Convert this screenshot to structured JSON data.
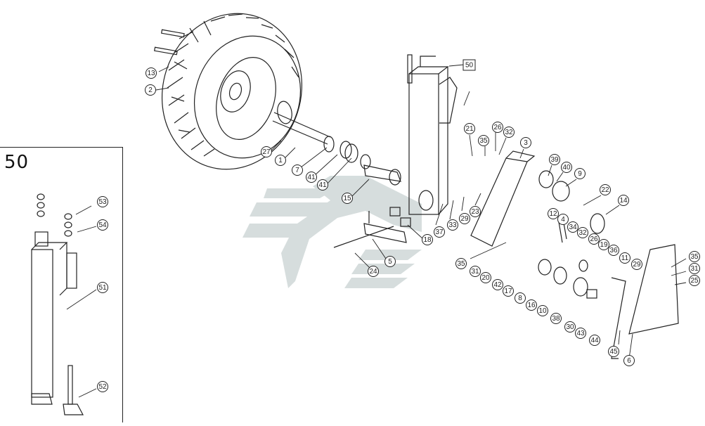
{
  "inset": {
    "label": "50"
  },
  "assembly_callout": "50",
  "callouts": [
    {
      "id": "c13",
      "label": "13"
    },
    {
      "id": "c2",
      "label": "2"
    },
    {
      "id": "c27",
      "label": "27"
    },
    {
      "id": "c1",
      "label": "1"
    },
    {
      "id": "c7",
      "label": "7"
    },
    {
      "id": "c41a",
      "label": "41"
    },
    {
      "id": "c41b",
      "label": "41"
    },
    {
      "id": "c15",
      "label": "15"
    },
    {
      "id": "c18",
      "label": "18"
    },
    {
      "id": "c5",
      "label": "5"
    },
    {
      "id": "c24",
      "label": "24"
    },
    {
      "id": "c37",
      "label": "37"
    },
    {
      "id": "c33",
      "label": "33"
    },
    {
      "id": "c29a",
      "label": "29"
    },
    {
      "id": "c23",
      "label": "23"
    },
    {
      "id": "c21",
      "label": "21"
    },
    {
      "id": "c35a",
      "label": "35"
    },
    {
      "id": "c26a",
      "label": "26"
    },
    {
      "id": "c32a",
      "label": "32"
    },
    {
      "id": "c3",
      "label": "3"
    },
    {
      "id": "c39",
      "label": "39"
    },
    {
      "id": "c40",
      "label": "40"
    },
    {
      "id": "c9",
      "label": "9"
    },
    {
      "id": "c22",
      "label": "22"
    },
    {
      "id": "c14",
      "label": "14"
    },
    {
      "id": "c12",
      "label": "12"
    },
    {
      "id": "c4",
      "label": "4"
    },
    {
      "id": "c34",
      "label": "34"
    },
    {
      "id": "c32b",
      "label": "32"
    },
    {
      "id": "c26b",
      "label": "26"
    },
    {
      "id": "c19",
      "label": "19"
    },
    {
      "id": "c36",
      "label": "36"
    },
    {
      "id": "c11",
      "label": "11"
    },
    {
      "id": "c29b",
      "label": "29"
    },
    {
      "id": "c35b",
      "label": "35"
    },
    {
      "id": "c31a",
      "label": "31"
    },
    {
      "id": "c20",
      "label": "20"
    },
    {
      "id": "c42",
      "label": "42"
    },
    {
      "id": "c17",
      "label": "17"
    },
    {
      "id": "c8",
      "label": "8"
    },
    {
      "id": "c16",
      "label": "16"
    },
    {
      "id": "c10",
      "label": "10"
    },
    {
      "id": "c38",
      "label": "38"
    },
    {
      "id": "c30",
      "label": "30"
    },
    {
      "id": "c43",
      "label": "43"
    },
    {
      "id": "c44",
      "label": "44"
    },
    {
      "id": "c45",
      "label": "45"
    },
    {
      "id": "c6",
      "label": "6"
    },
    {
      "id": "c35c",
      "label": "35"
    },
    {
      "id": "c31b",
      "label": "31"
    },
    {
      "id": "c25",
      "label": "25"
    },
    {
      "id": "c53",
      "label": "53"
    },
    {
      "id": "c54",
      "label": "54"
    },
    {
      "id": "c51",
      "label": "51"
    },
    {
      "id": "c52",
      "label": "52"
    }
  ],
  "colors": {
    "line": "#222222",
    "watermark": "#cfd8d8"
  }
}
